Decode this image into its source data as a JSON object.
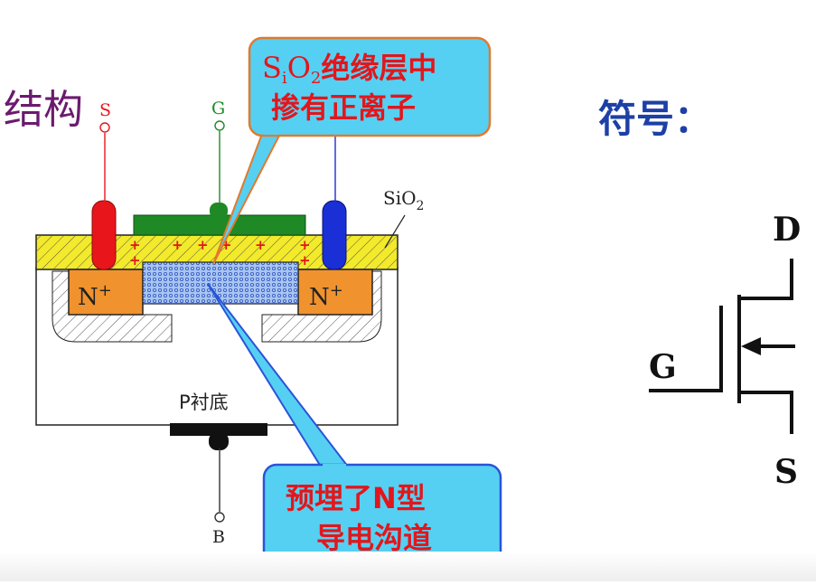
{
  "title_structure": "结构",
  "title_symbol": "符号：",
  "terminals": {
    "s": "S",
    "g": "G",
    "b": "B"
  },
  "sio2_label": "SiO",
  "sio2_sub": "2",
  "n_region_left": "N",
  "n_region_right": "N",
  "n_sup": "+",
  "substrate_label": "P衬底",
  "plus_sign": "+",
  "callout_top": {
    "line1_si": "S",
    "line1_si_sub": "i",
    "line1_o": "O",
    "line1_o_sub": "2",
    "line1_rest": "绝缘层中",
    "line2": "掺有正离子"
  },
  "callout_bottom": {
    "line1": "预埋了N型",
    "line2": "导电沟道"
  },
  "symbol_labels": {
    "d": "D",
    "g": "G",
    "s": "S"
  },
  "colors": {
    "source": "#e8161b",
    "gate": "#1f8a25",
    "drain": "#1a2fd6",
    "n_region": "#f0922e",
    "oxide": "#f2ea2a",
    "callout_fill": "#55d0f2",
    "callout_stroke": "#e07a2e",
    "callout_text": "#e2161c",
    "callout2_stroke": "#2a54d8",
    "title_structure": "#6b1a6e",
    "title_symbol": "#1d3fa6"
  }
}
